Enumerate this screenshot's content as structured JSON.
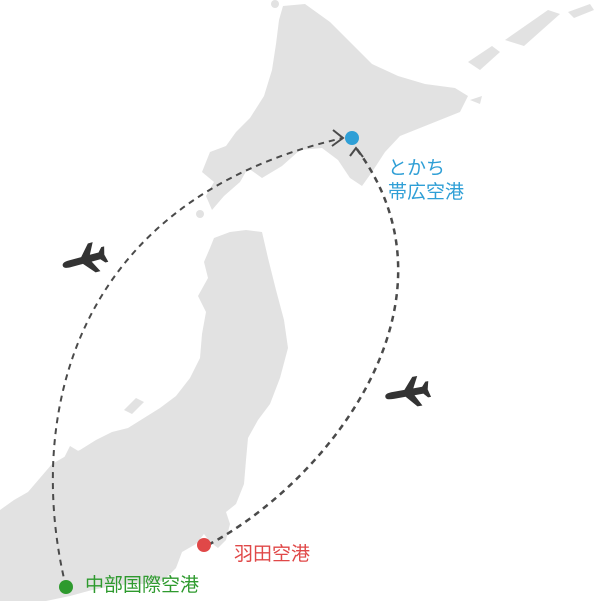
{
  "colors": {
    "background": "#ffffff",
    "land": "#e2e2e2",
    "route_line": "#4a4a4a",
    "plane_icon": "#333333",
    "tokachi": "#2f9fd6",
    "haneda": "#e04848",
    "chubu": "#2e9a2e"
  },
  "airports": {
    "tokachi": {
      "line1": "とかち",
      "line2": "帯広空港"
    },
    "haneda": {
      "name": "羽田空港"
    },
    "chubu": {
      "name": "中部国際空港"
    }
  },
  "icons": {
    "route_left": "airplane-icon",
    "route_right": "airplane-icon"
  }
}
